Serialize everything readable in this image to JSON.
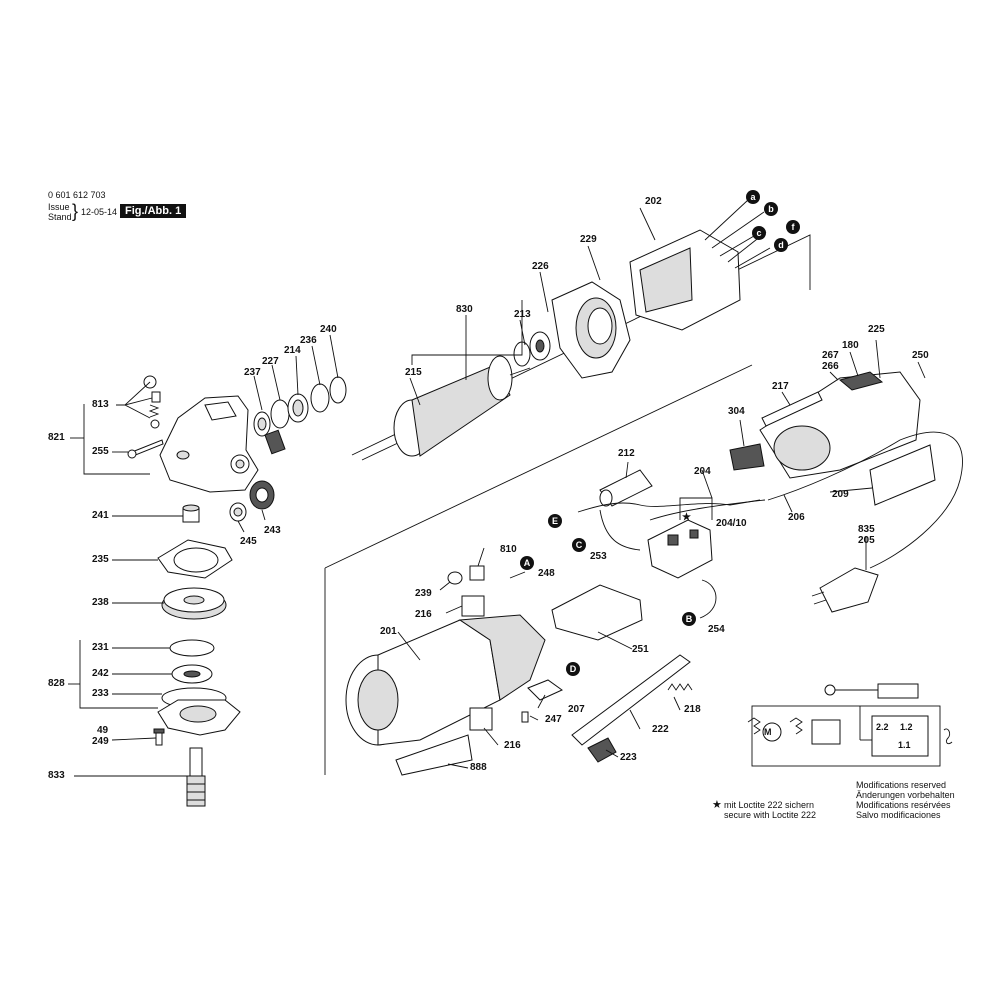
{
  "header": {
    "part_number": "0 601 612 703",
    "issue_label": "Issue",
    "stand_label": "Stand",
    "date": "12-05-14",
    "figure": "Fig./Abb. 1"
  },
  "callouts": {
    "c202": "202",
    "c229": "229",
    "c226": "226",
    "c830": "830",
    "c213": "213",
    "c215": "215",
    "c240": "240",
    "c236": "236",
    "c214": "214",
    "c227": "227",
    "c237": "237",
    "c813": "813",
    "c821": "821",
    "c255": "255",
    "c241": "241",
    "c243": "243",
    "c245": "245",
    "c235": "235",
    "c238": "238",
    "c231": "231",
    "c828": "828",
    "c242": "242",
    "c233": "233",
    "c49": "49",
    "c249": "249",
    "c833": "833",
    "c225": "225",
    "c180": "180",
    "c267": "267",
    "c266": "266",
    "c250": "250",
    "c217": "217",
    "c304": "304",
    "c212": "212",
    "c204": "204",
    "c204_10": "204/10",
    "c206": "206",
    "c209": "209",
    "c253": "253",
    "c835": "835",
    "c205": "205",
    "c810": "810",
    "c248": "248",
    "c239": "239",
    "c216a": "216",
    "c254": "254",
    "c201": "201",
    "c251": "251",
    "c207": "207",
    "c247": "247",
    "c218": "218",
    "c222": "222",
    "c216b": "216",
    "c223": "223",
    "c888": "888"
  },
  "connectors": {
    "a": "a",
    "b": "b",
    "c": "c",
    "d": "d",
    "f": "f",
    "A": "A",
    "B": "B",
    "C": "C",
    "D": "D",
    "E": "E"
  },
  "schematic": {
    "s22": "2.2",
    "s12": "1.2",
    "s11": "1.1",
    "motor": "M"
  },
  "footnote": {
    "line1": "mit Loctite 222 sichern",
    "line2": "secure with Loctite 222"
  },
  "notice": {
    "line1": "Modifications reserved",
    "line2": "Änderungen vorbehalten",
    "line3": "Modifications resérvées",
    "line4": "Salvo modificaciones"
  }
}
